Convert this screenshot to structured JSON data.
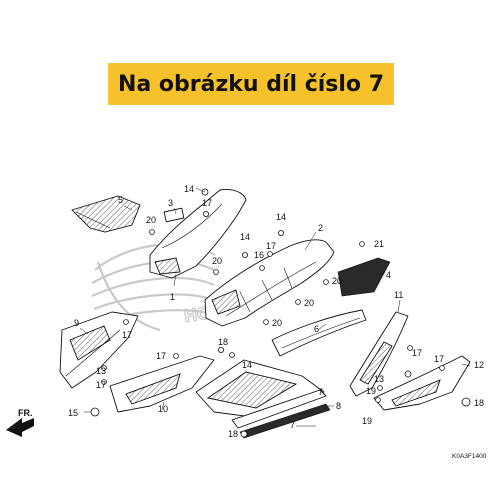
{
  "banner": {
    "text": "Na obrázku díl číslo 7",
    "color": "#f7c12b"
  },
  "watermark": {
    "text": "HONDA"
  },
  "diagram": {
    "part_numbers": [
      "1",
      "2",
      "3",
      "4",
      "5",
      "6",
      "7",
      "8",
      "9",
      "10",
      "11",
      "12",
      "13",
      "14",
      "15",
      "16",
      "17",
      "18",
      "19",
      "20",
      "21"
    ],
    "front_arrow": "FR.",
    "drawing_code": "K0A3F1400"
  }
}
